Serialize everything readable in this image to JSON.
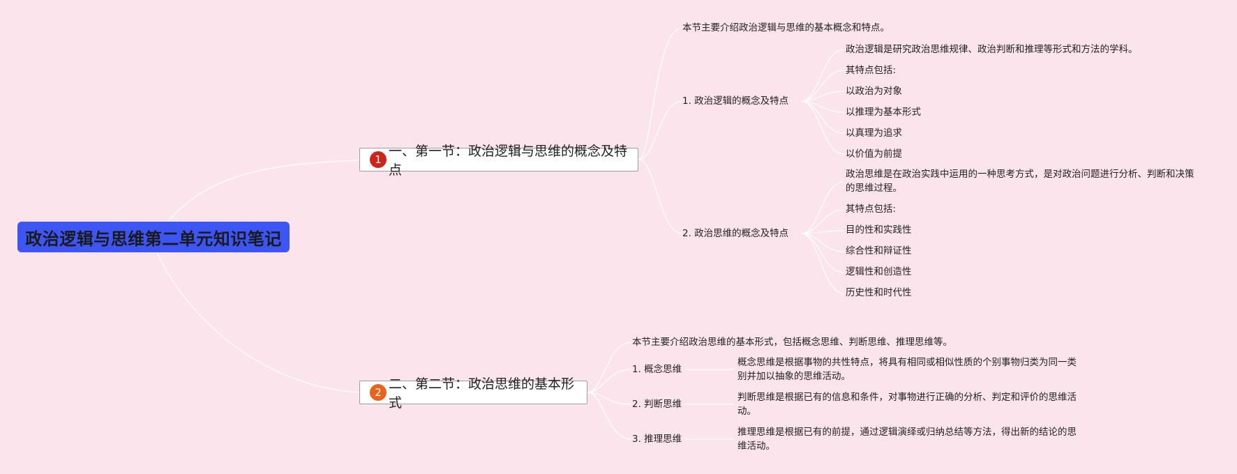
{
  "root": "政治逻辑与思维第二单元知识笔记",
  "branches": [
    {
      "badge": "1",
      "title": "一、第一节：政治逻辑与思维的概念及特点",
      "intro": "本节主要介绍政治逻辑与思维的基本概念和特点。",
      "topics": [
        {
          "title": "1. 政治逻辑的概念及特点",
          "items": [
            "政治逻辑是研究政治思维规律、政治判断和推理等形式和方法的学科。",
            "其特点包括:",
            "以政治为对象",
            "以推理为基本形式",
            "以真理为追求",
            "以价值为前提"
          ]
        },
        {
          "title": "2. 政治思维的概念及特点",
          "items": [
            "政治思维是在政治实践中运用的一种思考方式，是对政治问题进行分析、判断和决策的思维过程。",
            "其特点包括:",
            "目的性和实践性",
            "综合性和辩证性",
            "逻辑性和创造性",
            "历史性和时代性"
          ]
        }
      ]
    },
    {
      "badge": "2",
      "title": "二、第二节：政治思维的基本形式",
      "intro": "本节主要介绍政治思维的基本形式，包括概念思维、判断思维、推理思维等。",
      "topics": [
        {
          "title": "1. 概念思维",
          "detail": "概念思维是根据事物的共性特点，将具有相同或相似性质的个别事物归类为同一类别并加以抽象的思维活动。"
        },
        {
          "title": "2. 判断思维",
          "detail": "判断思维是根据已有的信息和条件，对事物进行正确的分析、判定和评价的思维活动。"
        },
        {
          "title": "3. 推理思维",
          "detail": "推理思维是根据已有的前提，通过逻辑演绎或归纳总结等方法，得出新的结论的思维活动。"
        }
      ]
    }
  ],
  "colors": {
    "background": "#fce4ec",
    "root": "#3d55f3",
    "badge1": "#d0241b",
    "badge2": "#e8641c",
    "link": "#ffffff"
  }
}
